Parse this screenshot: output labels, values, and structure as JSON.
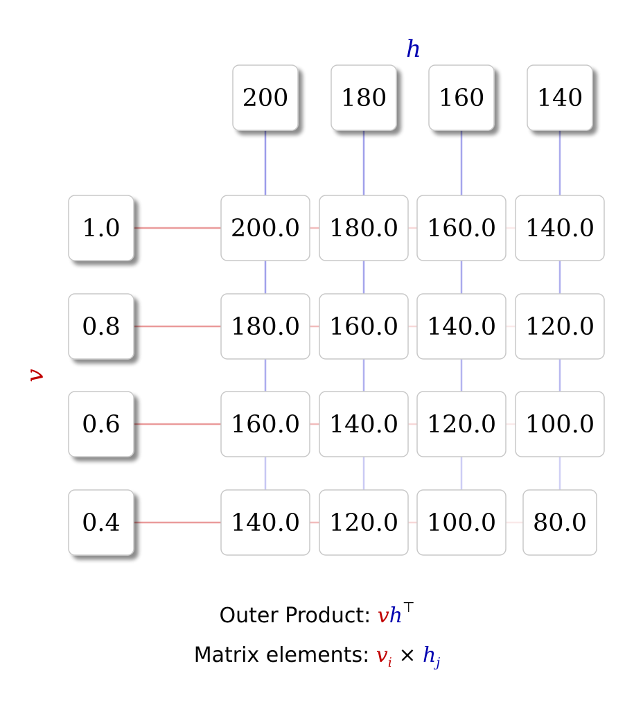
{
  "labels": {
    "h_axis": "h",
    "v_axis": "v"
  },
  "h_vector": [
    "200",
    "180",
    "160",
    "140"
  ],
  "v_vector": [
    "1.0",
    "0.8",
    "0.6",
    "0.4"
  ],
  "matrix": [
    [
      "200.0",
      "180.0",
      "160.0",
      "140.0"
    ],
    [
      "180.0",
      "160.0",
      "140.0",
      "120.0"
    ],
    [
      "160.0",
      "140.0",
      "120.0",
      "100.0"
    ],
    [
      "140.0",
      "120.0",
      "100.0",
      "80.0"
    ]
  ],
  "caption": {
    "line1_prefix": "Outer Product:",
    "line1_v": "v",
    "line1_h": "h",
    "line1_sup": "⊤",
    "line2_prefix": "Matrix elements:",
    "line2_v": "v",
    "line2_v_sub": "i",
    "line2_times": "×",
    "line2_h": "h",
    "line2_h_sub": "j"
  },
  "colors": {
    "v_accent": "#c00000",
    "h_accent": "#0000b0",
    "v_line": "#e89090",
    "h_line": "#9090e8",
    "box_border": "#c8c8c8"
  }
}
